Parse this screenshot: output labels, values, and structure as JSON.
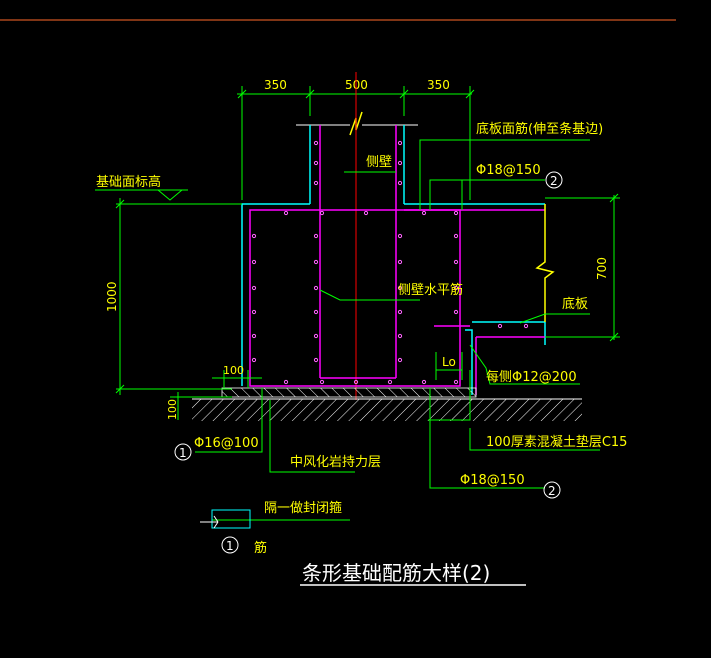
{
  "colors": {
    "background": "#000000",
    "border_line": "#ff6a2a",
    "dimension": "#00ff00",
    "outline": "#00ffff",
    "rebar": "#ff00ff",
    "centerline": "#ff0000",
    "text": "#ffff00",
    "break_mark": "#ffff00",
    "hatch": "#ffffff"
  },
  "dimensions": {
    "top_left": "350",
    "top_mid": "500",
    "top_right": "350",
    "height_left": "1000",
    "height_right": "700",
    "offset_100_a": "100",
    "offset_100_b": "100",
    "lap_length": "Lo"
  },
  "labels": {
    "foundation_top_level": "基础面标高",
    "slab_face_bars": "底板面筋(伸至条基边)",
    "bar_phi18_top": "Φ18@150",
    "callout_top": "2",
    "side_wall": "侧壁",
    "side_wall_horizontal_bars": "侧壁水平筋",
    "bottom_slab": "底板",
    "each_side_bars": "每侧Φ12@200",
    "concrete_cushion": "100厚素混凝土垫层C15",
    "weathered_rock": "中风化岩持力层",
    "bar_phi16": "Φ16@100",
    "callout_left": "1",
    "bar_phi18_bottom": "Φ18@150",
    "callout_bottom": "2",
    "legend_text": "隔一做封闭箍",
    "legend_callout": "1",
    "legend_suffix": "筋"
  },
  "title": "条形基础配筋大样(2)"
}
